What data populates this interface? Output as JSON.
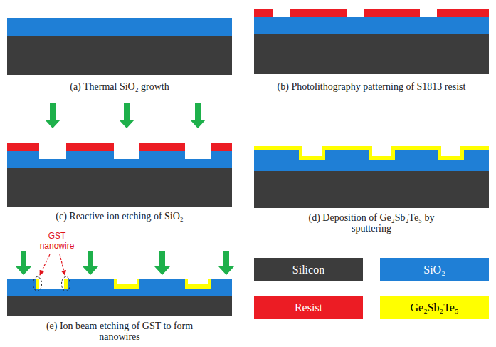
{
  "diagram": {
    "labels": [
      "(a) Thermal SiO₂ growth",
      "(b) Photolithography patterning of S1813 resist",
      "(c) Reactive ion etching of SiO₂",
      "(d) Deposition of Ge₂Sb₂Te₅ by sputtering",
      "GST nanowire",
      "(e) Ion beam etching of GST to form nanowires"
    ],
    "legend": [
      {
        "text": "Silicon",
        "color": "#3c3c3c"
      },
      {
        "text": "SiO₂",
        "color": "#1f7fd6"
      },
      {
        "text": "Resist",
        "color": "#ec1c24"
      },
      {
        "text": "Ge₂Sb₂Te₅",
        "color": "#ffff00"
      }
    ]
  }
}
